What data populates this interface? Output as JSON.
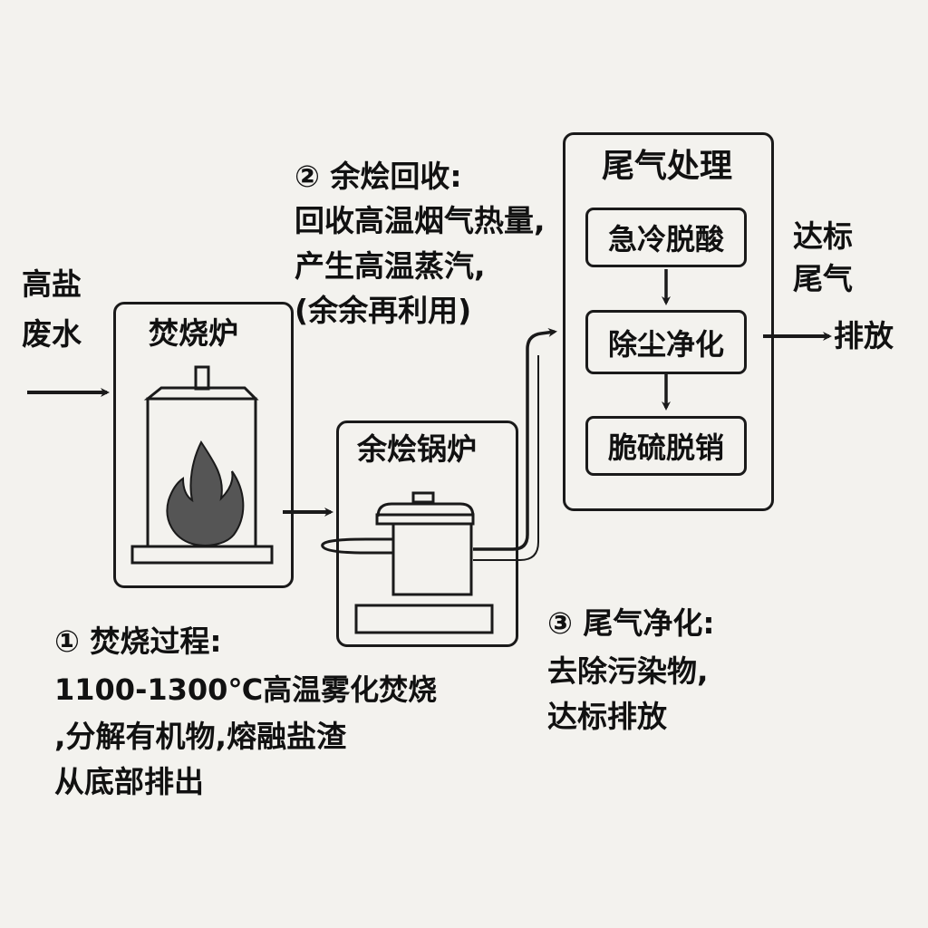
{
  "input": {
    "line1": "高盐",
    "line2": "废水"
  },
  "incinerator": {
    "title": "焚烧炉"
  },
  "boiler": {
    "title": "余烩锅炉"
  },
  "treatment": {
    "title": "尾气处理",
    "steps": [
      "急冷脱酸",
      "除尘净化",
      "脆硫脱销"
    ]
  },
  "output": {
    "label_line1": "达标",
    "label_line2": "尾气",
    "action": "排放"
  },
  "note_recovery": {
    "heading": "② 余烩回收:",
    "line1": "回收高温烟气热量,",
    "line2": "产生高温蒸汽,",
    "line3": "(余余再利用)"
  },
  "note_incineration": {
    "heading": "① 焚烧过程:",
    "line1": "1100-1300℃高温雾化焚烧",
    "line2": ",分解有机物,熔融盐渣",
    "line3": "从底部排出"
  },
  "note_purification": {
    "heading": "③ 尾气净化:",
    "line1": "去除污染物,",
    "line2": "达标排放"
  },
  "colors": {
    "ink": "#1a1a1a",
    "flame": "#555555",
    "paper": "#f3f2ee"
  }
}
